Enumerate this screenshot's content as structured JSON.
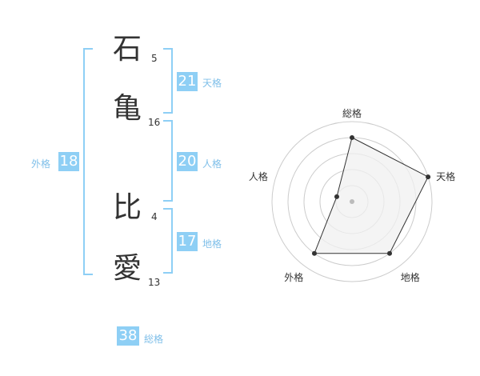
{
  "name_chars": [
    {
      "char": "石",
      "strokes": "5"
    },
    {
      "char": "亀",
      "strokes": "16"
    },
    {
      "char": "比",
      "strokes": "4"
    },
    {
      "char": "愛",
      "strokes": "13"
    }
  ],
  "fortunes": {
    "tenkaku": {
      "value": "21",
      "label": "天格"
    },
    "jinkaku": {
      "value": "20",
      "label": "人格"
    },
    "chikaku": {
      "value": "17",
      "label": "地格"
    },
    "gaikaku": {
      "value": "18",
      "label": "外格"
    },
    "soukaku": {
      "value": "38",
      "label": "総格"
    }
  },
  "chart_data": {
    "type": "radar",
    "axes": [
      "総格",
      "天格",
      "地格",
      "外格",
      "人格"
    ],
    "values": [
      4,
      5,
      4,
      4,
      1
    ],
    "max": 5,
    "rings": 5,
    "colors": {
      "fill": "#f0f0f0",
      "line": "#333333",
      "grid": "#cccccc",
      "center": "#bbbbbb"
    }
  }
}
